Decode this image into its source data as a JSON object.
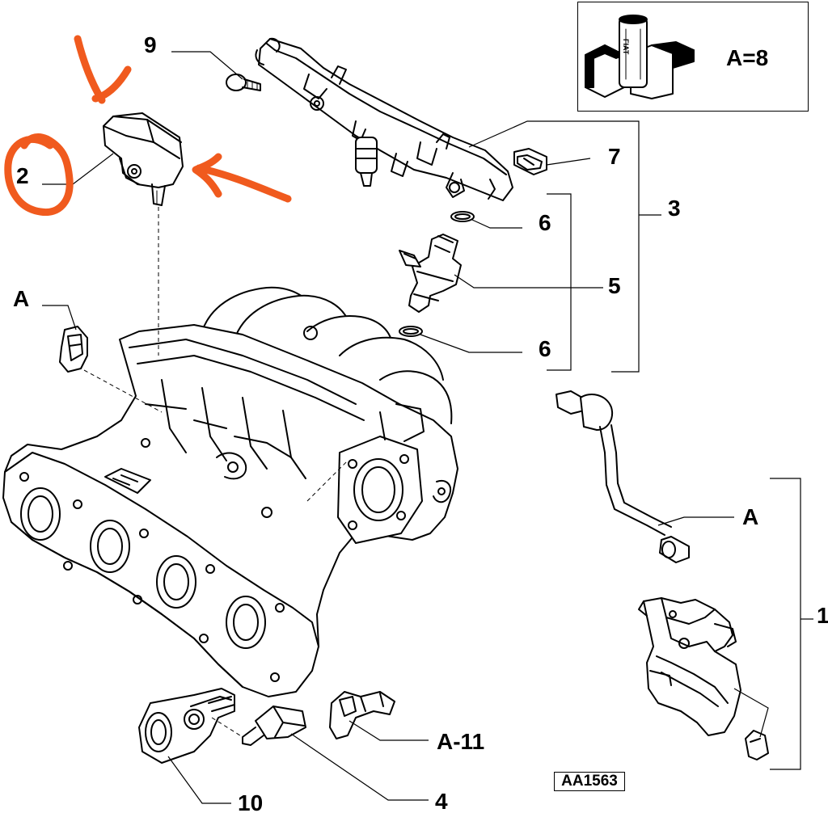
{
  "labels": {
    "l9": "9",
    "l2": "2",
    "l7": "7",
    "l3": "3",
    "l6a": "6",
    "l5": "5",
    "l6b": "6",
    "lA_left": "A",
    "lA_right": "A",
    "l1": "1",
    "lA11": "A-11",
    "l10": "10",
    "l4": "4"
  },
  "inset": {
    "text": "A=8",
    "logo_text": "FIAT"
  },
  "diagram_code": "AA1563",
  "colors": {
    "line": "#000000",
    "annotation": "#f05a1e",
    "background": "#ffffff"
  }
}
